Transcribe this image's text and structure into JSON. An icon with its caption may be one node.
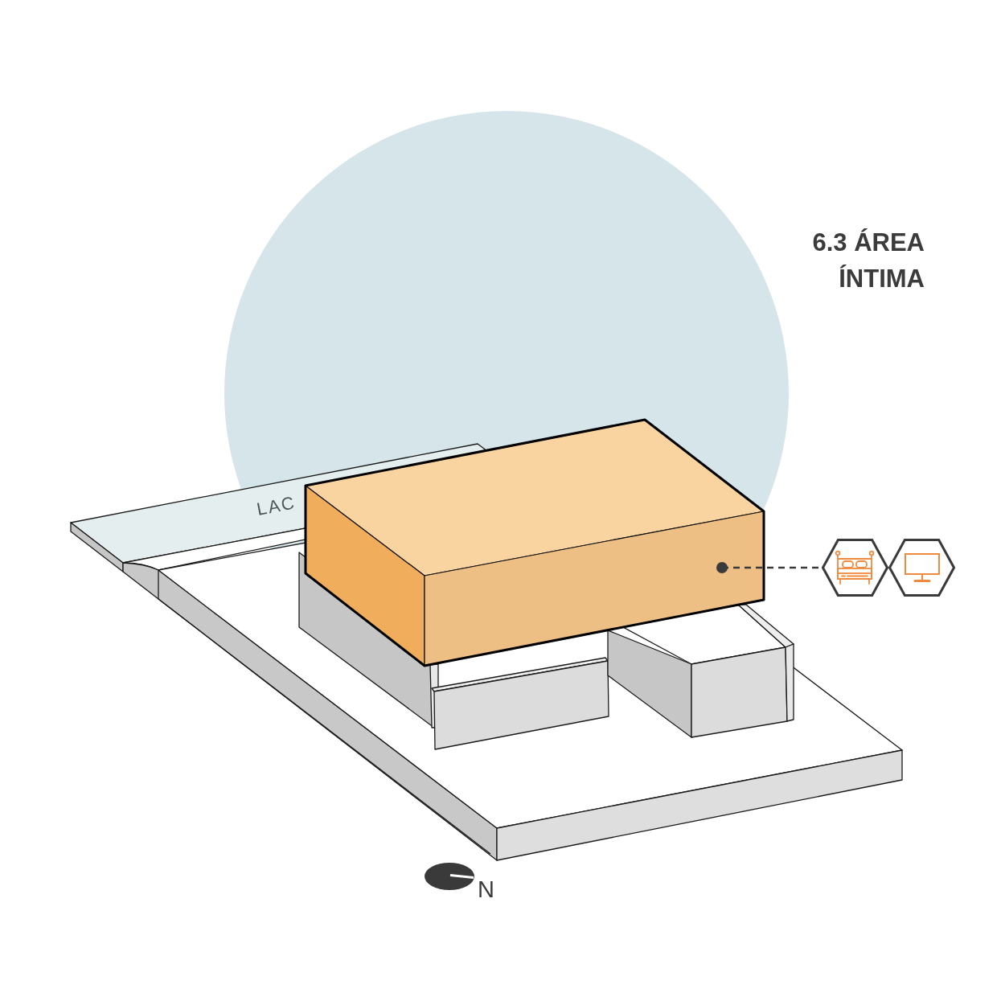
{
  "diagram": {
    "title": "6.3 ÁREA ÍNTIMA",
    "nodes": [
      {
        "text": [],
        "shape": "box"
      },
      {
        "text": [],
        "shape": "hexagon"
      },
      {
        "text": [],
        "shape": "hexagon"
      }
    ],
    "edges": [
      {
        "from": 0,
        "to": 1,
        "arrow": "other",
        "style": "dashed"
      }
    ],
    "labels": [
      "LAC",
      "N"
    ]
  }
}
